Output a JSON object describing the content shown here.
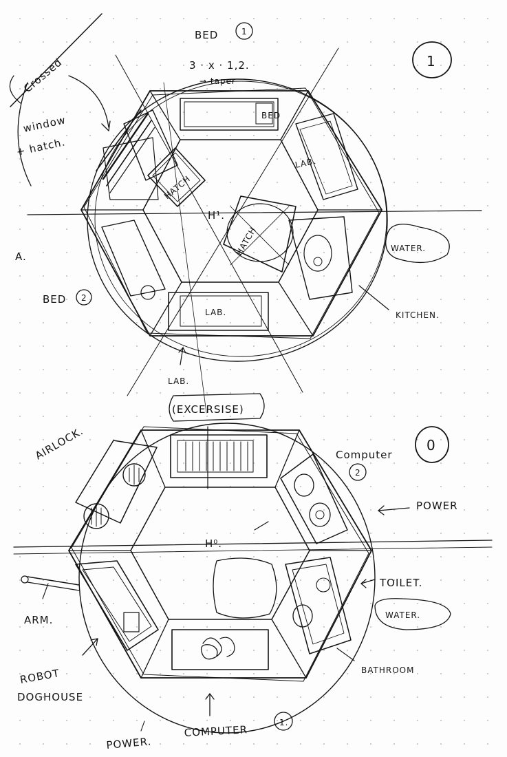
{
  "page_number": "1",
  "upper_module": {
    "title": "BED",
    "bed_number": "1",
    "dimensions": "3 · x · 1,2.",
    "dimensions_note": "→ taper",
    "crossed_word": "Crossed",
    "side_note_line1": "window",
    "side_note_line2": "+ hatch.",
    "marker": "A.",
    "center_label": "H¹.",
    "labels": {
      "bed2_title": "BED",
      "bed2_number": "2",
      "lab_right": "LAB.",
      "lab_bottom": "LAB.",
      "lab_outside": "LAB.",
      "hatch_center": "HATCH",
      "hatch_left": "HATCH",
      "bed_top": "BED",
      "water": "WATER.",
      "kitchen": "KITCHEN."
    }
  },
  "lower_module": {
    "exercise_label": "(EXCERSISE)",
    "airlock_label": "AIRLOCK.",
    "computer2_label": "Computer",
    "computer2_number": "2",
    "module_number": "0",
    "power_right": "POWER",
    "center_label": "H⁰.",
    "toilet": "TOILET.",
    "water": "WATER.",
    "arm": "ARM.",
    "robot_line1": "ROBOT",
    "robot_line2": "DOGHOUSE",
    "bathroom": "BATHROOM",
    "power_bottom": "POWER.",
    "computer1_label": "COMPUTER",
    "computer1_number": "1."
  }
}
